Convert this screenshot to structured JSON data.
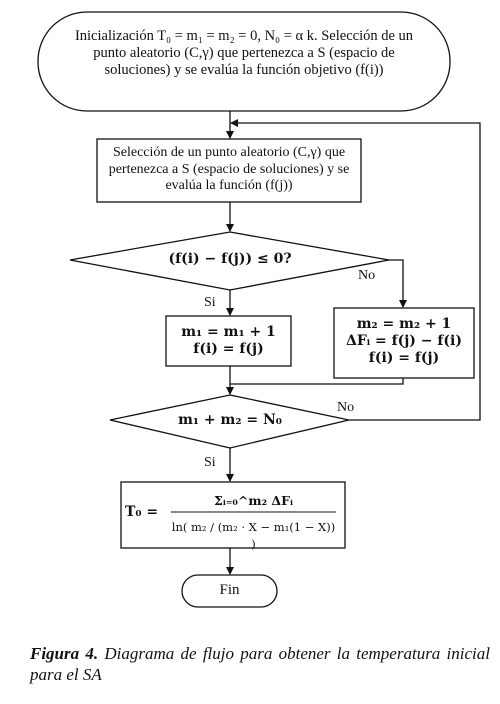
{
  "diagram": {
    "start_node": {
      "text": "Inicialización T₀ = m₁ = m₂ = 0, N₀ = α k. Selección de un punto aleatorio (C,γ) que pertenezca a S (espacio de soluciones) y se evalúa la función objetivo (f(i))"
    },
    "select_node": {
      "text": "Selección de un punto aleatorio (C,γ) que pertenezca a S (espacio de soluciones) y se evalúa la función (f(j))"
    },
    "decision_1": {
      "text": "(f(i) − f(j)) ≤ 0?"
    },
    "yes_1": "Si",
    "no_1": "No",
    "left_update": {
      "line1": "m₁ = m₁ + 1",
      "line2": "f(i) = f(j)"
    },
    "right_update": {
      "line1": "m₂ = m₂ + 1",
      "line2": "ΔFᵢ = f(j) − f(i)",
      "line3": "f(i) = f(j)"
    },
    "decision_2": {
      "text": "m₁ + m₂ = N₀"
    },
    "yes_2": "Si",
    "no_2": "No",
    "formula_node": {
      "lhs": "T₀ =",
      "numerator": "Σᵢ₌₀^m₂ ΔFᵢ",
      "denominator": "ln( m₂ / (m₂ · X − m₁(1 − X)) )"
    },
    "end_node": {
      "text": "Fin"
    }
  },
  "caption": {
    "label": "Figura 4.",
    "text": "Diagrama de flujo para obtener la temperatura inicial para el SA"
  }
}
